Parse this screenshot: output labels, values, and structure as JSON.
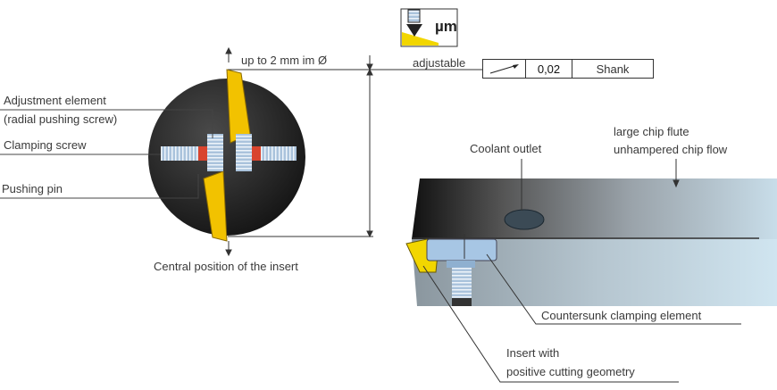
{
  "icon": {
    "name": "micrometer-adjust-icon",
    "unit": "µm",
    "accent": "#f2d600"
  },
  "dimension": {
    "label": "up to 2 mm im Ø",
    "center_label": "Central position of the insert"
  },
  "tolerance": {
    "label": "adjustable",
    "symbol": "runout-arrow-icon",
    "value": "0,02",
    "reference": "Shank"
  },
  "left_labels": {
    "adjustment_1": "Adjustment element",
    "adjustment_2": "(radial pushing screw)",
    "clamping": "Clamping screw",
    "pushing": "Pushing pin"
  },
  "right_labels": {
    "coolant": "Coolant outlet",
    "flute_1": "large chip flute",
    "flute_2": "unhampered chip flow",
    "countersunk": "Countersunk clamping element",
    "insert_1": "Insert with",
    "insert_2": "positive cutting geometry"
  },
  "colors": {
    "insert": "#f2c200",
    "pin": "#d9442e",
    "steel": "#9fb6c8",
    "body_dark": "#1e1e1e"
  }
}
